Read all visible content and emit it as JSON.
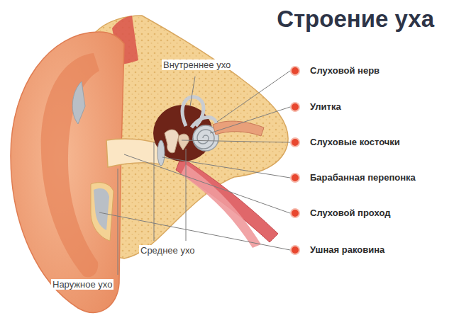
{
  "diagram": {
    "title": "Строение уха",
    "labels": [
      "Внутреннее ухо",
      "Слуховой нерв",
      "Улитка",
      "Слуховые косточки",
      "Барабанная перепонка",
      "Слуховой проход",
      "Ушная раковина",
      "Среднее ухо",
      "Наружное ухо"
    ]
  }
}
